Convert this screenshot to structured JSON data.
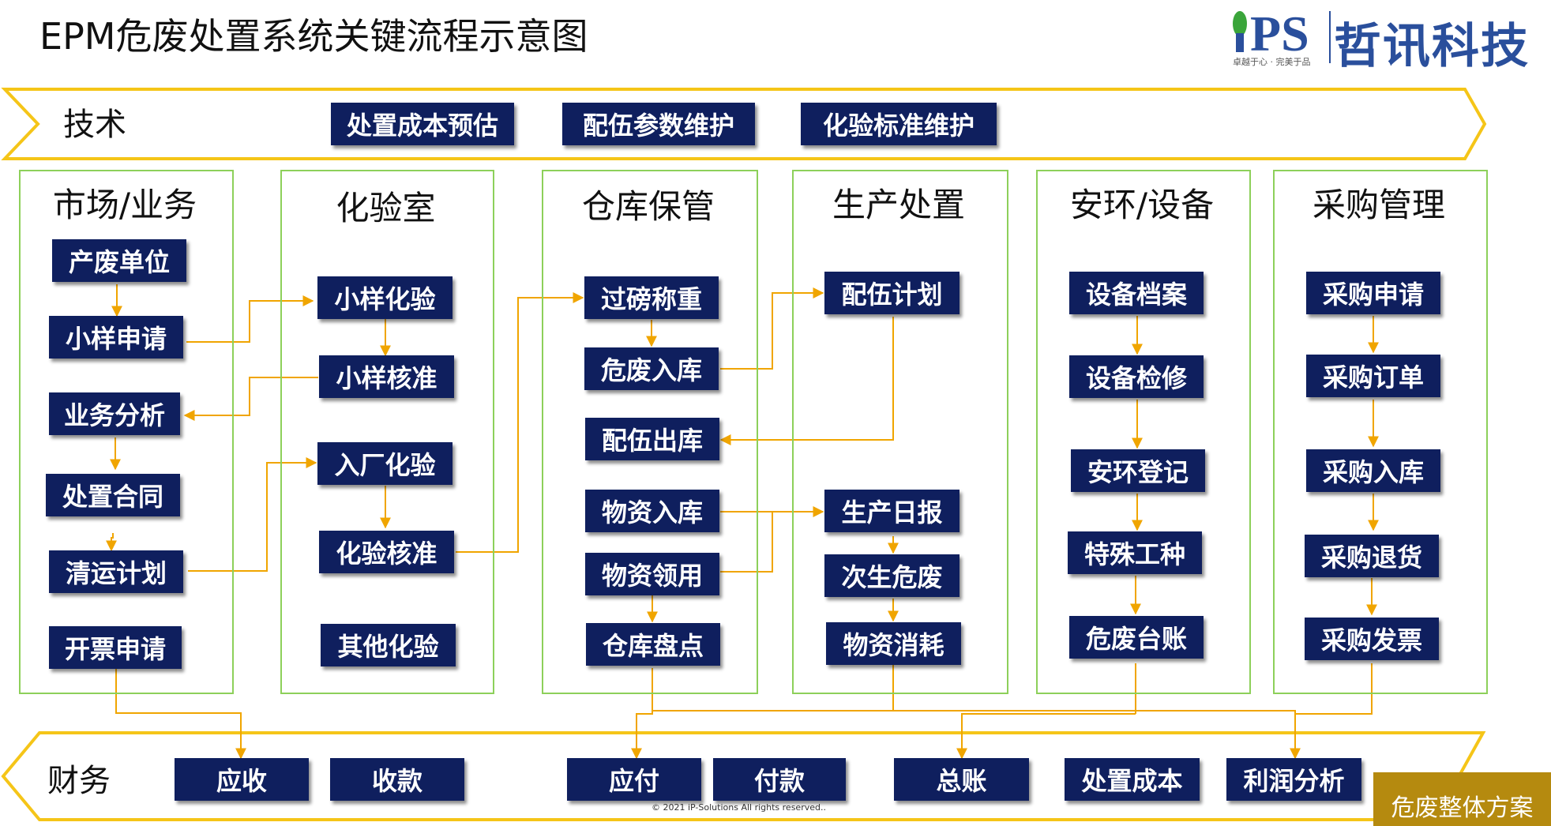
{
  "title": "EPM危废处置系统关键流程示意图",
  "logo": {
    "mark": "PS",
    "name": "哲讯科技",
    "slogan": "卓越于心 · 完美于品"
  },
  "colors": {
    "box": "#0f1f5e",
    "column_border": "#8dd05a",
    "band_border": "#f5c518",
    "arrow": "#f0a500",
    "corner": "#b58a0f"
  },
  "tech_band": {
    "label": "技术",
    "items": [
      "处置成本预估",
      "配伍参数维护",
      "化验标准维护"
    ]
  },
  "columns": [
    {
      "title": "市场/业务",
      "items": [
        "产废单位",
        "小样申请",
        "业务分析",
        "处置合同",
        "清运计划",
        "开票申请"
      ]
    },
    {
      "title": "化验室",
      "items": [
        "小样化验",
        "小样核准",
        "入厂化验",
        "化验核准",
        "其他化验"
      ]
    },
    {
      "title": "仓库保管",
      "items": [
        "过磅称重",
        "危废入库",
        "配伍出库",
        "物资入库",
        "物资领用",
        "仓库盘点"
      ]
    },
    {
      "title": "生产处置",
      "items": [
        "配伍计划",
        "生产日报",
        "次生危废",
        "物资消耗"
      ]
    },
    {
      "title": "安环/设备",
      "items": [
        "设备档案",
        "设备检修",
        "安环登记",
        "特殊工种",
        "危废台账"
      ]
    },
    {
      "title": "采购管理",
      "items": [
        "采购申请",
        "采购订单",
        "采购入库",
        "采购退货",
        "采购发票"
      ]
    }
  ],
  "finance_band": {
    "label": "财务",
    "items": [
      "应收",
      "收款",
      "应付",
      "付款",
      "总账",
      "处置成本",
      "利润分析"
    ]
  },
  "copyright": "© 2021  iP-Solutions All rights reserved..",
  "corner_label": "危废整体方案"
}
